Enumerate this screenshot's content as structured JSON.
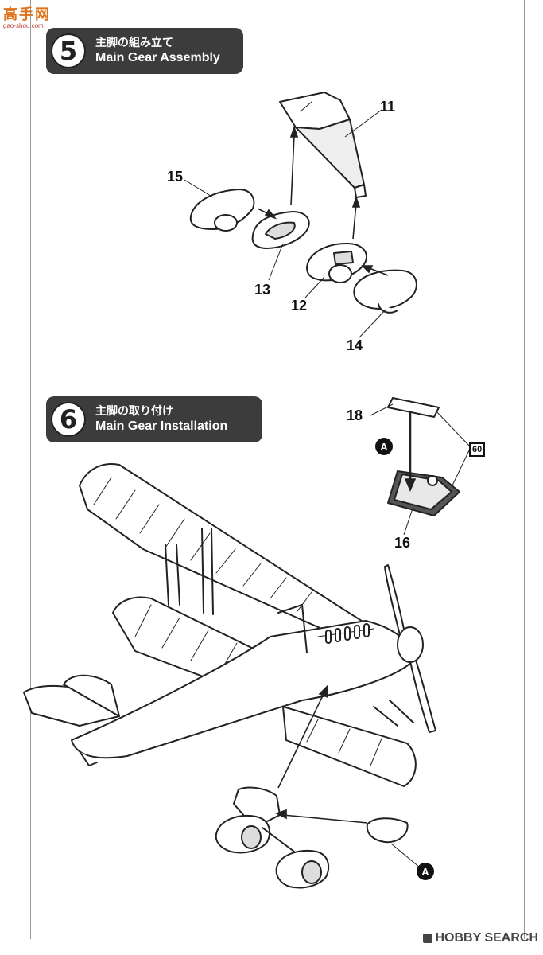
{
  "watermark_top": {
    "cn": "高手网",
    "url": "gao-shou.com"
  },
  "step5": {
    "number": "5",
    "title_jp": "主脚の組み立て",
    "title_en": "Main Gear Assembly"
  },
  "step6": {
    "number": "6",
    "title_jp": "主脚の取り付け",
    "title_en": "Main Gear Installation"
  },
  "parts": {
    "p11": "11",
    "p12": "12",
    "p13": "13",
    "p14": "14",
    "p15": "15",
    "p16": "16",
    "p18": "18",
    "p60": "60"
  },
  "markers": {
    "a1": "A",
    "a2": "A"
  },
  "watermark_bottom": "HOBBY SEARCH"
}
